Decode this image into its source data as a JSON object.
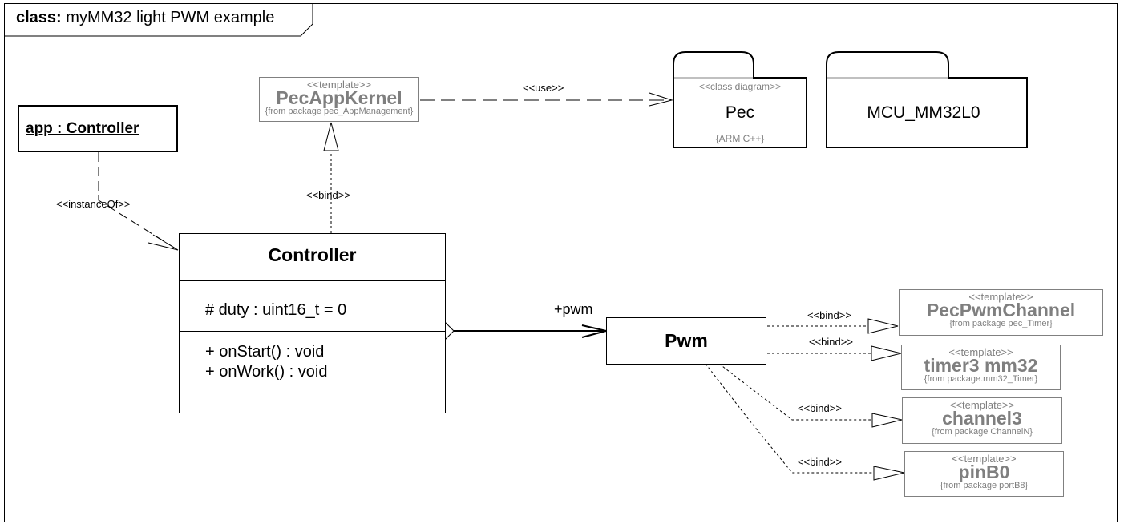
{
  "frame": {
    "kind_label": "class:",
    "title": "myMM32 light PWM example"
  },
  "object": {
    "label": "app : Controller"
  },
  "controller": {
    "name": "Controller",
    "attributes": [
      "# duty : uint16_t = 0"
    ],
    "operations": [
      "+ onStart() : void",
      "+ onWork() : void"
    ]
  },
  "pwm": {
    "name": "Pwm",
    "role_label": "+pwm"
  },
  "templates": {
    "kernel": {
      "stereotype": "<<template>>",
      "name": "PecAppKernel",
      "from": "{from package pec_AppManagement}"
    },
    "channel": {
      "stereotype": "<<template>>",
      "name": "PecPwmChannel",
      "from": "{from package pec_Timer}"
    },
    "timer": {
      "stereotype": "<<template>>",
      "name": "timer3 mm32",
      "from": "{from package.mm32_Timer}"
    },
    "channel3": {
      "stereotype": "<<template>>",
      "name": "channel3",
      "from": "{from package ChannelN}"
    },
    "pin": {
      "stereotype": "<<template>>",
      "name": "pinB0",
      "from": "{from package portB8}"
    }
  },
  "packages": {
    "pec": {
      "stereotype": "<<class diagram>>",
      "name": "Pec",
      "constraint": "{ARM C++}"
    },
    "mcu": {
      "name": "MCU_MM32L0"
    }
  },
  "relations": {
    "instance_of": "<<instanceOf>>",
    "bind_kernel": "<<bind>>",
    "use": "<<use>>",
    "bind_channel": "<<bind>>",
    "bind_timer": "<<bind>>",
    "bind_channel3": "<<bind>>",
    "bind_pin": "<<bind>>"
  },
  "colors": {
    "line": "#000000",
    "template_text": "#7f7f7f",
    "template_border": "#808080",
    "package_tab_line": "#c0c0c0"
  }
}
